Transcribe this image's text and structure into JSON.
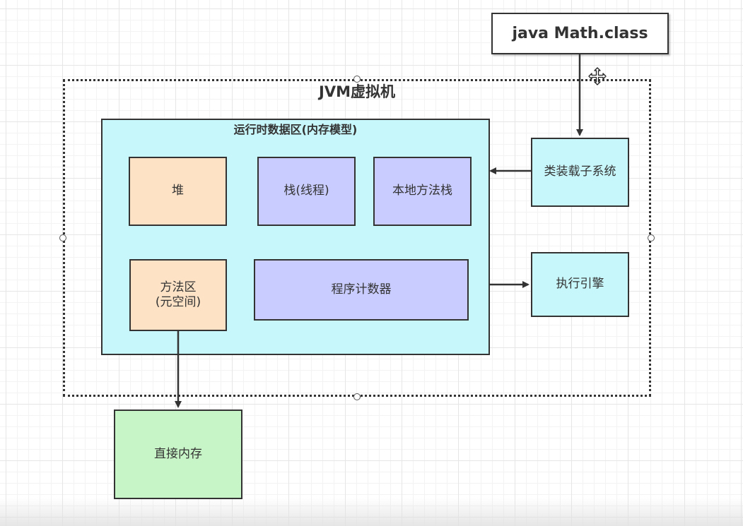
{
  "jvm": {
    "title": "JVM虚拟机",
    "runtime_area": {
      "title": "运行时数据区(内存模型)",
      "heap": "堆",
      "stack": "栈(线程)",
      "native_stack": "本地方法栈",
      "method_area_line1": "方法区",
      "method_area_line2": "(元空间)",
      "program_counter": "程序计数器"
    },
    "class_loader": "类装载子系统",
    "execution_engine": "执行引擎"
  },
  "java_class": "java Math.class",
  "direct_memory": "直接内存",
  "colors": {
    "orange_fill": "#fde2c6",
    "purple_fill": "#c9ccff",
    "cyan_fill": "#c8f7fb",
    "green_fill": "#c8f5c7",
    "stroke": "#333333"
  },
  "icons": [
    "move-cursor-icon",
    "selection-handle-icon",
    "arrow-icon"
  ]
}
